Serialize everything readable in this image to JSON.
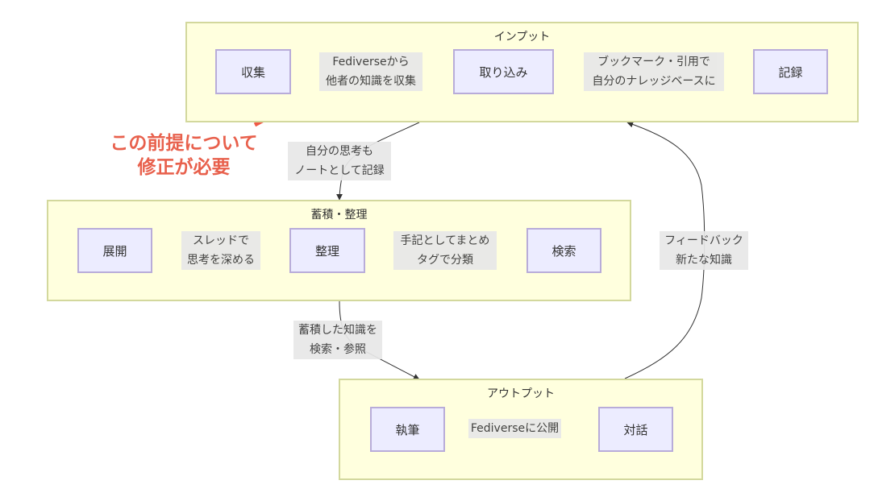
{
  "diagram": {
    "subgraphs": [
      {
        "id": "input",
        "title": "インプット"
      },
      {
        "id": "accumulate",
        "title": "蓄積・整理"
      },
      {
        "id": "output",
        "title": "アウトプット"
      }
    ],
    "nodes": {
      "collect": "収集",
      "import": "取り込み",
      "record": "記録",
      "expand": "展開",
      "organize": "整理",
      "search": "検索",
      "write": "執筆",
      "dialogue": "対話"
    },
    "edge_labels": {
      "collect_import": [
        "Fediverseから",
        "他者の知識を収集"
      ],
      "import_record": [
        "ブックマーク・引用で",
        "自分のナレッジベースに"
      ],
      "input_accumulate": [
        "自分の思考も",
        "ノートとして記録"
      ],
      "expand_organize": [
        "スレッドで",
        "思考を深める"
      ],
      "organize_search": [
        "手記としてまとめ",
        "タグで分類"
      ],
      "accumulate_output": [
        "蓄積した知識を",
        "検索・参照"
      ],
      "write_dialogue": [
        "Fediverseに公開"
      ],
      "feedback": [
        "フィードバック",
        "新たな知識"
      ]
    },
    "annotation": {
      "lines": [
        "この前提について",
        "修正が必要"
      ],
      "color": "#e8604c"
    },
    "colors": {
      "subgraph_fill": "#ffffde",
      "subgraph_border": "#d3d89d",
      "node_fill": "#ececff",
      "node_border": "#b8acd9",
      "edge_label_bg": "#e8e8e8"
    }
  }
}
